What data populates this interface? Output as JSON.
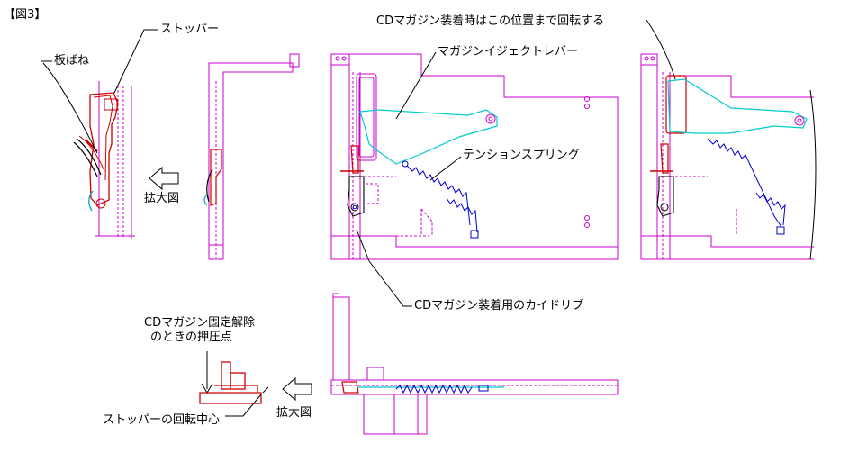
{
  "figure_label": "【図3】",
  "labels": {
    "stopper": "ストッパー",
    "leaf_spring": "板ばね",
    "enlarged_top": "拡大図",
    "rotate_note": "CDマガジン装着時はこの位置まで回転する",
    "eject_lever": "マガジンイジェクトレバー",
    "tension_spring": "テンションスプリング",
    "guide_rib": "CDマガジン装着用のカイドリブ",
    "release_point_line1": "CDマガジン固定解除",
    "release_point_line2": "のときの押圧点",
    "stopper_pivot": "ストッパーの回転中心",
    "enlarged_bottom": "拡大図"
  },
  "colors": {
    "frame": "#cc00cc",
    "lever": "#00cccc",
    "spring": "#0000cc",
    "stopper": "#cc0000",
    "annotation": "#000000",
    "guide": "#0066cc"
  }
}
